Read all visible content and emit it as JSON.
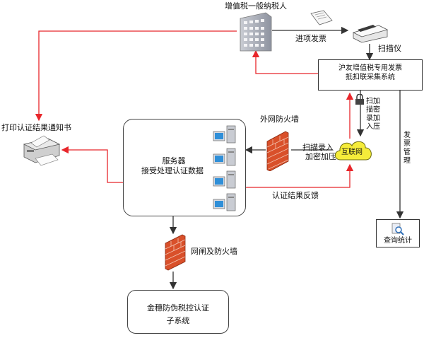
{
  "taxpayer_label": "增值税一般纳税人",
  "invoice_flow_label": "进项发票",
  "scanner_label": "扫描仪",
  "system_box": {
    "line1": "沪友增值税专用发票",
    "line2": "抵扣联采集系统"
  },
  "scan_encrypt_vertical": [
    "扫",
    "加",
    "描",
    "密",
    "录",
    "加",
    "入",
    "压"
  ],
  "invoice_mgmt_vertical": [
    "发",
    "票",
    "管",
    "理"
  ],
  "print_label": "打印认证结果通知书",
  "server_box": {
    "line1": "服务器",
    "line2": "接受处理认证数据"
  },
  "outer_firewall_label": "外网防火墙",
  "scan_encrypt_label": {
    "line1": "扫描录入",
    "line2": "加密加压"
  },
  "internet_label": "互联网",
  "feedback_label": "认证结果反馈",
  "gateway_label": "网闸及防火墙",
  "query_label": "查询统计",
  "subsystem_box": {
    "line1": "金穗防伪税控认证",
    "line2": "子系统"
  },
  "colors": {
    "flow_red": "#e8262b",
    "flow_dark": "#333333",
    "firewall": "#d9502a",
    "cloud": "#f5ec3a"
  }
}
